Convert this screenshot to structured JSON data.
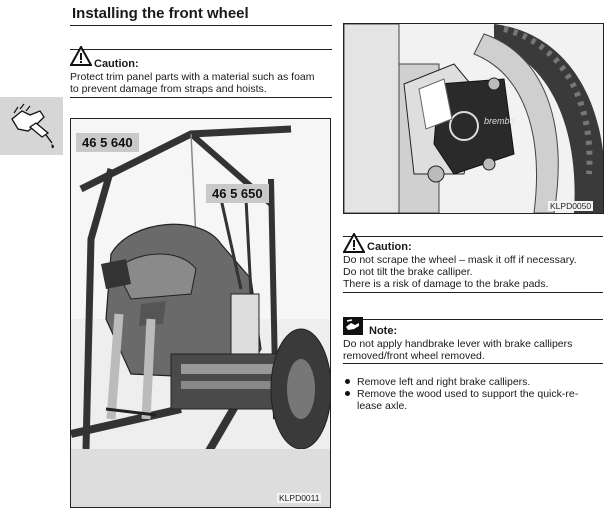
{
  "page": {
    "title": "Installing the front wheel"
  },
  "caution1": {
    "heading": "Caution:",
    "lines": [
      "Protect trim panel parts with a material such as foam",
      "to prevent damage from straps and hoists."
    ]
  },
  "left_photo": {
    "tool_numbers": [
      "46 5 640",
      "46 5 650"
    ],
    "caption": "KLPD0011"
  },
  "right_photo": {
    "caption": "KLPD0050"
  },
  "caution2": {
    "heading": "Caution:",
    "lines": [
      "Do not scrape the wheel – mask it off if necessary.",
      "Do not tilt the brake calliper.",
      "There is a risk of damage to the brake pads."
    ]
  },
  "note": {
    "heading": "Note:",
    "lines": [
      "Do not apply handbrake lever with brake callipers",
      "removed/front wheel removed."
    ]
  },
  "steps": [
    {
      "lines": [
        "Remove left and right brake callipers."
      ]
    },
    {
      "lines": [
        "Remove the wood used to support the quick-re-",
        "lease axle."
      ]
    }
  ],
  "icons": {
    "left_margin": "lubricant-oil-icon",
    "caution": "warning-triangle-icon",
    "note": "note-hand-icon"
  }
}
